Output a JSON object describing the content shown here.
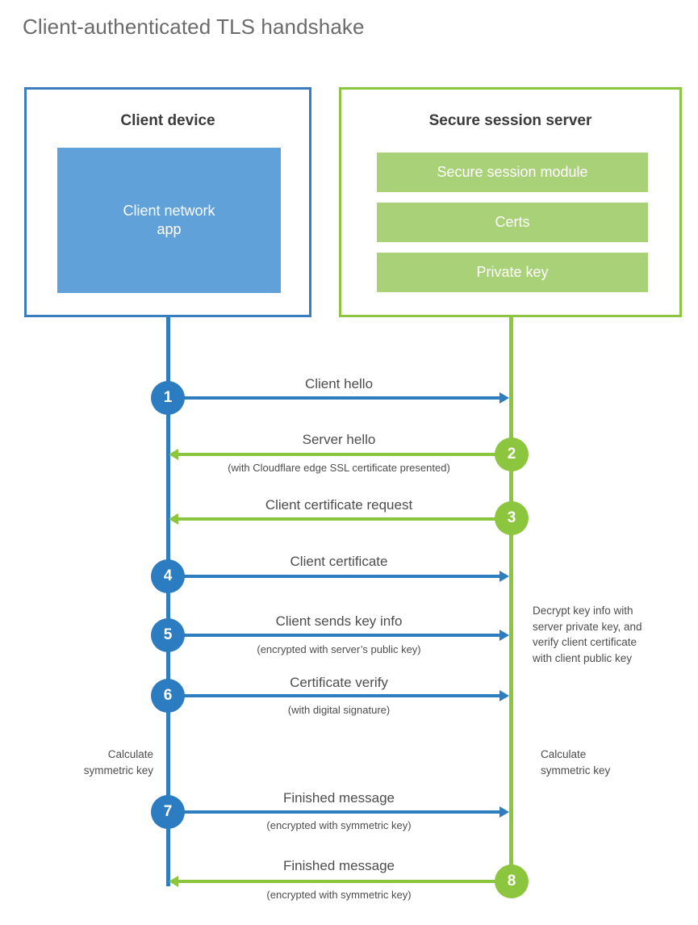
{
  "title": "Client-authenticated TLS handshake",
  "colors": {
    "blue_line": "#2d7dbf",
    "blue_circle": "#2b7cc0",
    "blue_border": "#3a7cbe",
    "blue_fill": "#60a1d9",
    "green_line": "#8cc63f",
    "green_circle": "#8cc63f",
    "green_border": "#8cc63f",
    "green_fill": "#a9d177",
    "text": "#4d4d4d",
    "title_text": "#6b6b6b"
  },
  "client": {
    "title": "Client device",
    "app_label": "Client network\napp"
  },
  "server": {
    "title": "Secure session server",
    "modules": [
      {
        "label": "Secure session module"
      },
      {
        "label": "Certs"
      },
      {
        "label": "Private key"
      }
    ]
  },
  "steps": [
    {
      "number": "1",
      "label": "Client hello",
      "sublabel": "",
      "direction": "right",
      "color": "blue"
    },
    {
      "number": "2",
      "label": "Server hello",
      "sublabel": "(with Cloudflare edge SSL certificate presented)",
      "direction": "left",
      "color": "green"
    },
    {
      "number": "3",
      "label": "Client certificate request",
      "sublabel": "",
      "direction": "left",
      "color": "green"
    },
    {
      "number": "4",
      "label": "Client certificate",
      "sublabel": "",
      "direction": "right",
      "color": "blue"
    },
    {
      "number": "5",
      "label": "Client sends key info",
      "sublabel": "(encrypted with server’s public key)",
      "direction": "right",
      "color": "blue"
    },
    {
      "number": "6",
      "label": "Certificate verify",
      "sublabel": "(with digital signature)",
      "direction": "right",
      "color": "blue"
    },
    {
      "number": "7",
      "label": "Finished message",
      "sublabel": "(encrypted with symmetric key)",
      "direction": "right",
      "color": "blue"
    },
    {
      "number": "8",
      "label": "Finished message",
      "sublabel": "(encrypted with symmetric key)",
      "direction": "left",
      "color": "green"
    }
  ],
  "notes": {
    "server_decrypt": "Decrypt key info with\nserver private key, and\nverify client certificate\nwith client public key",
    "client_calculate": "Calculate\nsymmetric key",
    "server_calculate": "Calculate\nsymmetric key"
  }
}
